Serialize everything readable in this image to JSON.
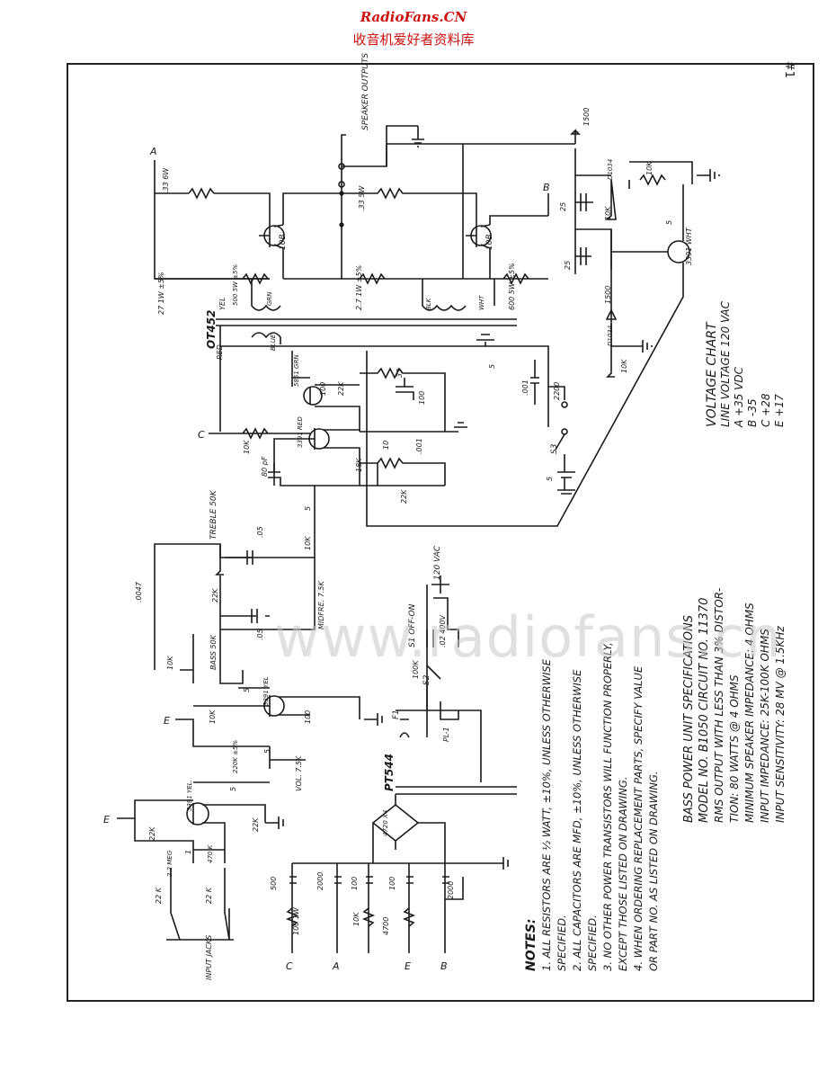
{
  "header": {
    "site_title": "RadioFans.CN",
    "site_subtitle": "收音机爱好者资料库"
  },
  "watermark": "www.radiofans.cn",
  "page_marker": "#1",
  "voltage_chart": {
    "title": "VOLTAGE CHART",
    "line_voltage": "LINE VOLTAGE 120 VAC",
    "points": [
      "A +35 VDC",
      "B -35",
      "C +28",
      "E +17"
    ]
  },
  "specs": {
    "title": "BASS POWER UNIT SPECIFICATIONS",
    "model": "MODEL NO. B1050 CIRCUIT NO. 11370",
    "lines": [
      "RMS OUTPUT WITH LESS THAN 3% DISTOR-",
      "TION: 80 WATTS @ 4 OHMS",
      "MINIMUM SPEAKER IMPEDANCE: 4 OHMS",
      "INPUT IMPEDANCE: 25K-100K OHMS",
      "INPUT SENSITIVITY: 28 MV @ 1.5KHz"
    ]
  },
  "notes": {
    "title": "NOTES:",
    "items": [
      "1. ALL RESISTORS ARE ½ WATT, ±10%, UNLESS OTHERWISE",
      "   SPECIFIED.",
      "2. ALL CAPACITORS ARE MFD, ±10%, UNLESS OTHERWISE",
      "   SPECIFIED.",
      "3. NO OTHER POWER TRANSISTORS WILL FUNCTION PROPERLY,",
      "   EXCEPT THOSE LISTED ON DRAWING.",
      "4. WHEN ORDERING REPLACEMENT PARTS, SPECIFY VALUE",
      "   OR PART NO. AS LISTED ON DRAWING."
    ]
  },
  "labels": {
    "speaker_outputs": "SPEAKER OUTPUTS",
    "input_jacks": "INPUT JACKS",
    "transformer_out": "OT452",
    "transformer_power": "PT544",
    "ac_in": "120 VAC",
    "treble": "TREBLE 50K",
    "bass": "BASS 50K",
    "midfreq": "MIDFRE. 7.5K",
    "volume": "VOL. 7.5K",
    "switch_s1": "S1 OFF-ON",
    "switch_s2": "S2",
    "switch_s3": "S3",
    "fuse": "F1",
    "pilot": "PL-1",
    "rail_a": "A",
    "rail_b": "B",
    "rail_c": "C",
    "rail_e": "E",
    "q_out1": "10B",
    "q_out2": "10B",
    "q_driver": "3391 WHT",
    "q_pre1": "3391 YEL",
    "q_pre2": "5851 GRN",
    "q_pre3": "3391 RED",
    "q_in1": "3391 YEL.",
    "q_in2": "3391 YEL.",
    "diode1": "D1034",
    "diode2": "D1034",
    "bridge": "4720 X4",
    "wire_yel": "YEL",
    "wire_grn": "GRN",
    "wire_red": "RED",
    "wire_blue": "BLUE",
    "wire_blk": "BLK",
    "wire_wht": "WHT",
    "r_emit1": ".33 6W",
    "r_emit2": ".33 5W",
    "r_27": "27 1W ±5%",
    "r_500a": "500 5W ±5%",
    "r_27b": "2.7 1W ±5%",
    "r_600": "600 5W ±5%",
    "r_1500a": "1500",
    "r_1500b": "1500",
    "r_10k_a": "10K",
    "r_10k_b": "10K",
    "r_10k_c": "10K",
    "c_25a": "25",
    "c_25b": "25",
    "c_5a": "5",
    "c_5b": "5",
    "c_5c": "5",
    "r_33": "33",
    "c_100": "100",
    "r_22k_a": "22K",
    "r_100a": "100",
    "c_001a": ".001",
    "r_2200": "2200",
    "r_10k_d": "10K",
    "c_80pf": "80 pF",
    "r_18k": "18K",
    "r_10": "10",
    "c_001b": ".001",
    "r_22k_b": "22K",
    "c_5d": "5",
    "r_10k_e": "10K",
    "c_05a": ".05",
    "c_0047": ".0047",
    "r_22k_c": "22K",
    "c_05b": ".05",
    "r_10k_f": "10K",
    "c_5e": "5",
    "r_10k_g": "10K",
    "r_100b": "100",
    "r_220k": "220K ±5%",
    "c_5f": "5",
    "c_5g": "5",
    "r_22k_d": "22K",
    "r_22k_e": "22K",
    "r_22mag": "2.2 MEG",
    "c_1": "1",
    "r_470k": "470 K",
    "r_22k_f": "22 K",
    "r_22k_g": "22 K",
    "c_500": "500",
    "r_100w": "100 1W",
    "c_2000a": "2000",
    "r_10k_h": "10K",
    "c_100b": "100",
    "r_4700": "4700",
    "c_100c": "100",
    "c_2000b": "2000",
    "r_100k": "100K",
    "c_02": ".02 400V"
  }
}
